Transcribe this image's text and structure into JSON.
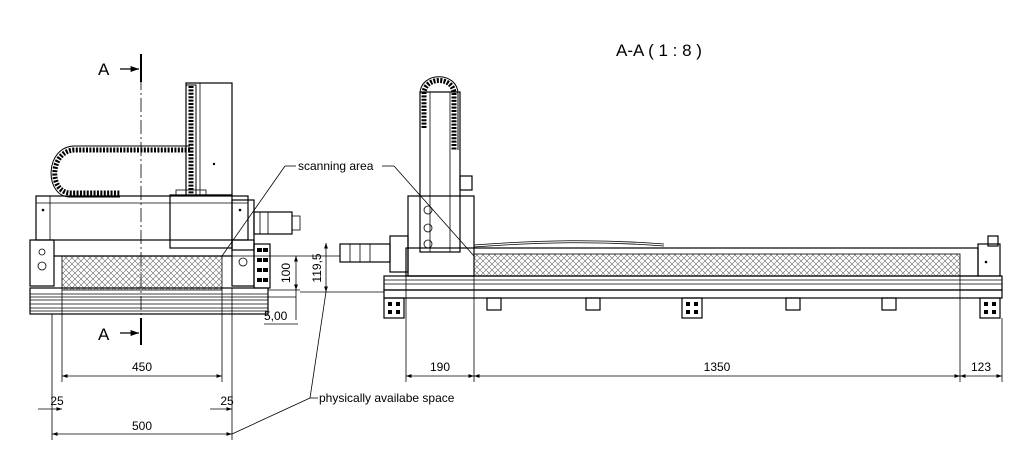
{
  "title": "A-A ( 1 : 8 )",
  "section_marker": {
    "top": "A",
    "bottom": "A"
  },
  "labels": {
    "scanning_area": "scanning area",
    "physical_space": "physically availabe space"
  },
  "dimensions": {
    "d_450": "450",
    "d_25_left": "25",
    "d_25_right": "25",
    "d_500": "500",
    "d_100": "100",
    "d_119_5": "119,5",
    "d_5_00": "5,00",
    "d_190": "190",
    "d_1350": "1350",
    "d_123": "123"
  }
}
